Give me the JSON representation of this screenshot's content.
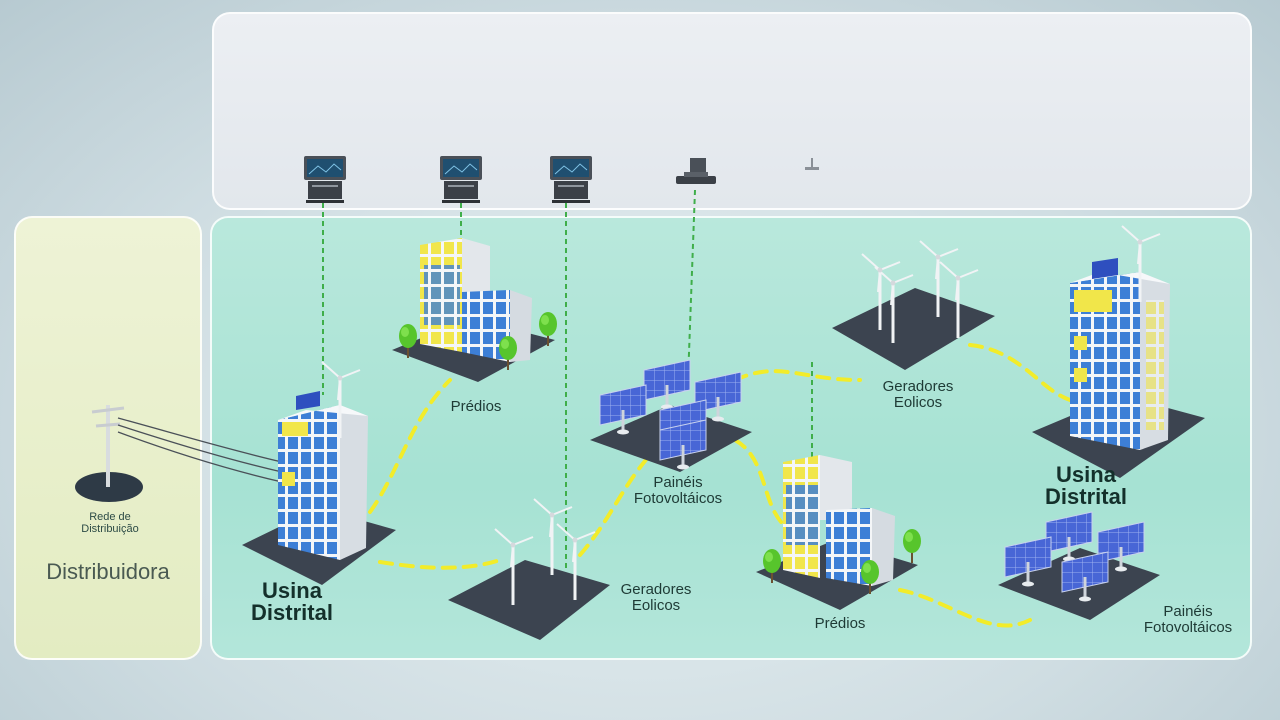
{
  "labels": {
    "predios_1": "Prédios",
    "predios_2": "Prédios",
    "geradores_1": "Geradores\nEolicos",
    "geradores_2": "Geradores\nEolicos",
    "paineis_1": "Painéis\nFotovoltáicos",
    "paineis_2": "Painéis\nFotovoltáicos",
    "usina_1": "Usina\nDistrital",
    "usina_2": "Usina\nDistrital",
    "rede": "Rede de\nDistribuição",
    "distribuidora": "Distribuidora"
  },
  "colors": {
    "dash_yellow": "#f2ec2a",
    "link_green": "#3fae4a",
    "window_blue": "#3d7fd6",
    "window_yellow": "#f1e64a",
    "ground": "#3c4450",
    "panel_blue": "#3d5fcf"
  },
  "icons": [
    "computer-icon",
    "printer-icon",
    "wind-turbine-icon",
    "solar-panel-icon",
    "building-icon",
    "utility-pole-icon",
    "tree-icon"
  ]
}
